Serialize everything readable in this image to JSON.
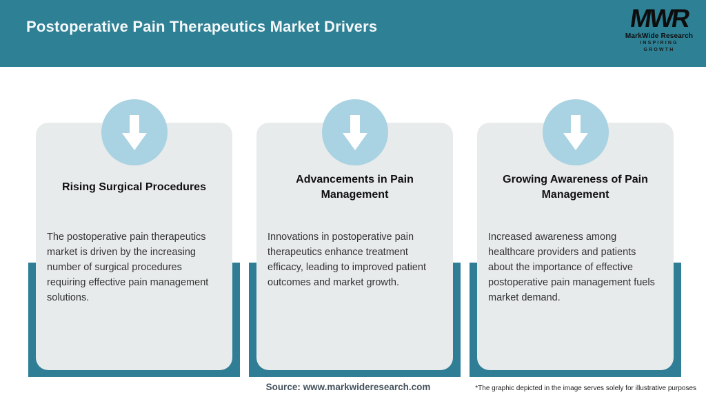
{
  "header": {
    "title": "Postoperative Pain Therapeutics Market Drivers",
    "logo": {
      "acronym": "MWR",
      "name": "MarkWide Research",
      "tagline": "INSPIRING GROWTH"
    }
  },
  "cards": [
    {
      "icon": "down-arrow-icon",
      "title": "Rising Surgical Procedures",
      "description": "The postoperative pain therapeutics market is driven by the increasing number of surgical procedures requiring effective pain management solutions."
    },
    {
      "icon": "down-arrow-icon",
      "title": "Advancements in Pain Management",
      "description": "Innovations in postoperative pain therapeutics enhance treatment efficacy, leading to improved patient outcomes and market growth."
    },
    {
      "icon": "down-arrow-icon",
      "title": "Growing Awareness of Pain Management",
      "description": "Increased awareness among healthcare providers and patients about the importance of effective postoperative pain management fuels market demand."
    }
  ],
  "footer": {
    "source": "Source: www.markwideresearch.com",
    "disclaimer": "*The graphic depicted in the image serves solely for illustrative purposes"
  },
  "colors": {
    "header_bg": "#2e8095",
    "back_rect_teal": "#2f7e95",
    "card_bg": "#e8ebeb",
    "circle_blue": "#a9d2e2",
    "arrow": "#ffffff",
    "title_text": "#f4f8f9",
    "source_text": "#44525c"
  }
}
